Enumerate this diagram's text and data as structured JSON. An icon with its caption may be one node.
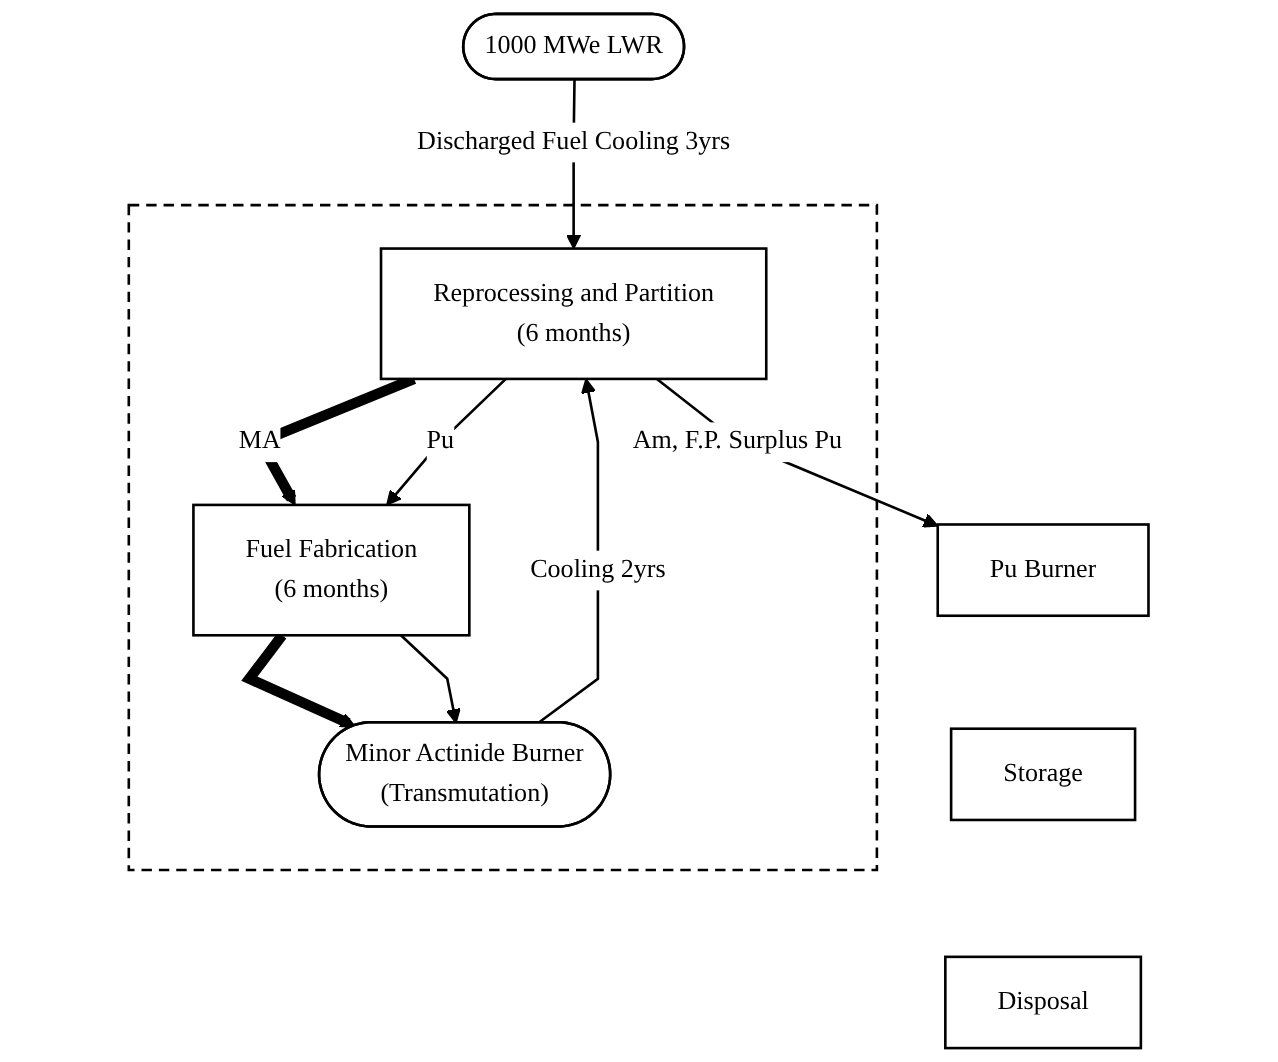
{
  "diagram": {
    "nodes": [
      {
        "text": [
          "1000 MWe LWR"
        ]
      },
      {
        "text": [],
        "shape": "box"
      },
      {
        "text": [
          "Reprocessing and Partition",
          "(6 months)"
        ],
        "in": 1
      },
      {
        "text": [
          "Fuel Fabrication",
          "(6 months)"
        ],
        "in": 1
      },
      {
        "text": [
          "Minor Actinide Burner",
          "(Transmutation)"
        ],
        "in": 1
      },
      {
        "text": [
          "Pu Burner"
        ]
      },
      {
        "text": [
          "Storage"
        ]
      },
      {
        "text": [
          "Disposal"
        ]
      }
    ],
    "edges": [
      {
        "from": 0,
        "to": 2,
        "arrow": "to",
        "label": "Discharged Fuel Cooling 3yrs"
      },
      {
        "from": 2,
        "to": 5,
        "arrow": "to",
        "label": "Am, F.P. Surplus Pu"
      },
      {
        "from": 2,
        "to": 3,
        "arrow": "to",
        "label": "MA",
        "style": "thick"
      },
      {
        "from": 2,
        "to": 3,
        "arrow": "to",
        "label": "Pu"
      },
      {
        "from": 3,
        "to": 4,
        "arrow": "to",
        "style": "thick"
      },
      {
        "from": 3,
        "to": 4,
        "arrow": "to"
      },
      {
        "from": 4,
        "to": 2,
        "arrow": "to",
        "label": "Cooling 2yrs"
      }
    ]
  }
}
